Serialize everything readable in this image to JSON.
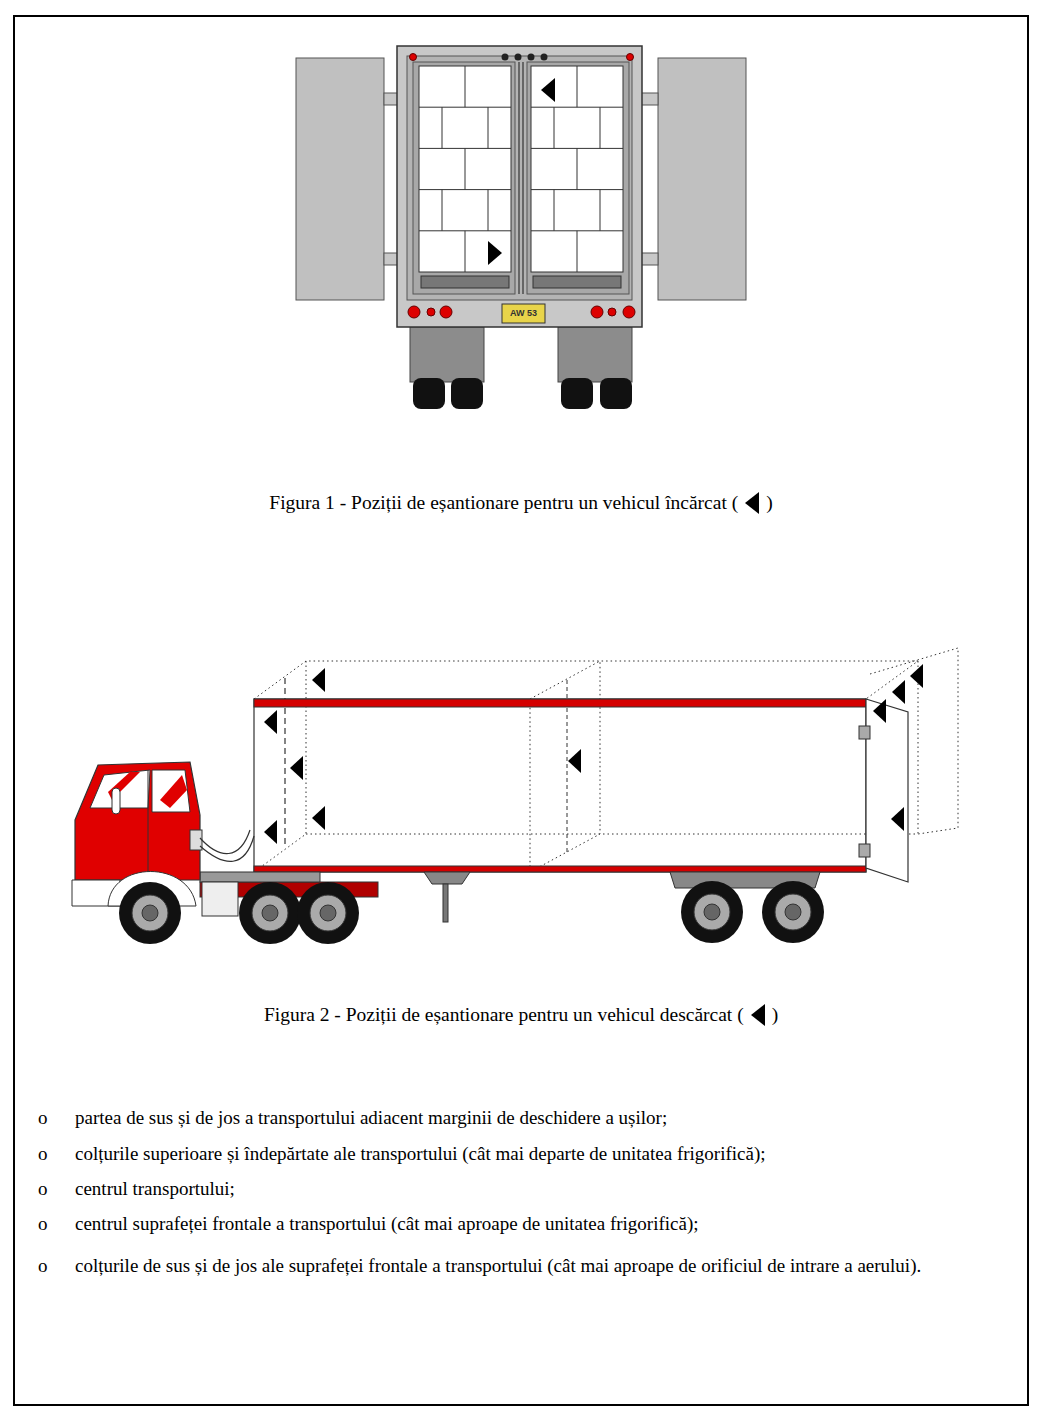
{
  "diagram": {
    "labels": [
      "AW 53",
      "Figura 1 - Poziții de eșantionare pentru un vehicul încărcat (",
      ")",
      "Figura 2 - Poziții de eșantionare pentru un vehicul descărcat (",
      ")",
      "o",
      "partea de sus și de jos a transportului adiacent marginii de deschidere a ușilor;",
      "o",
      "colțurile superioare și îndepărtate ale transportului (cât mai departe de unitatea frigorifică);",
      "o",
      "centrul transportului;",
      "o",
      "centrul suprafeței frontale a transportului (cât mai aproape de unitatea frigorifică);",
      "o",
      "colțurile de sus și de jos ale suprafeței frontale a transportului (cât mai aproape de orificiul de intrare a aerului)."
    ]
  }
}
